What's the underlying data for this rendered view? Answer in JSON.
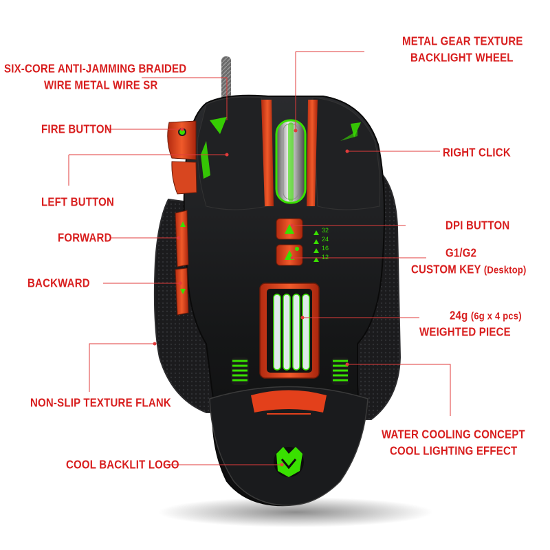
{
  "colors": {
    "label": "#d81e1e",
    "leader": "#e23b3b",
    "body": "#1c1d1f",
    "accent_orange": "#e3401b",
    "glow_green": "#39e000"
  },
  "callouts": {
    "braided_wire": {
      "line1": "SIX-CORE ANTI-JAMMING BRAIDED",
      "line2": "WIRE METAL WIRE SR"
    },
    "metal_gear_wheel": {
      "line1": "METAL GEAR TEXTURE",
      "line2": "BACKLIGHT WHEEL"
    },
    "fire_button": "FIRE BUTTON",
    "right_click": "RIGHT CLICK",
    "left_button": "LEFT BUTTON",
    "forward": "FORWARD",
    "dpi_button": "DPI BUTTON",
    "g1_g2": {
      "line1": "G1/G2",
      "line2": "CUSTOM KEY",
      "line2_suffix": "(Desktop)"
    },
    "backward": "BACKWARD",
    "weighted_piece": {
      "line1": "24g",
      "line1_suffix": "(6g x 4 pcs)",
      "line2": "WEIGHTED PIECE"
    },
    "non_slip_flank": "NON-SLIP TEXTURE FLANK",
    "water_cooling": {
      "line1": "WATER COOLING CONCEPT",
      "line2": "COOL LIGHTING EFFECT"
    },
    "backlit_logo": "COOL BACKLIT LOGO"
  },
  "dpi_levels": [
    "32",
    "24",
    "16",
    "12"
  ]
}
